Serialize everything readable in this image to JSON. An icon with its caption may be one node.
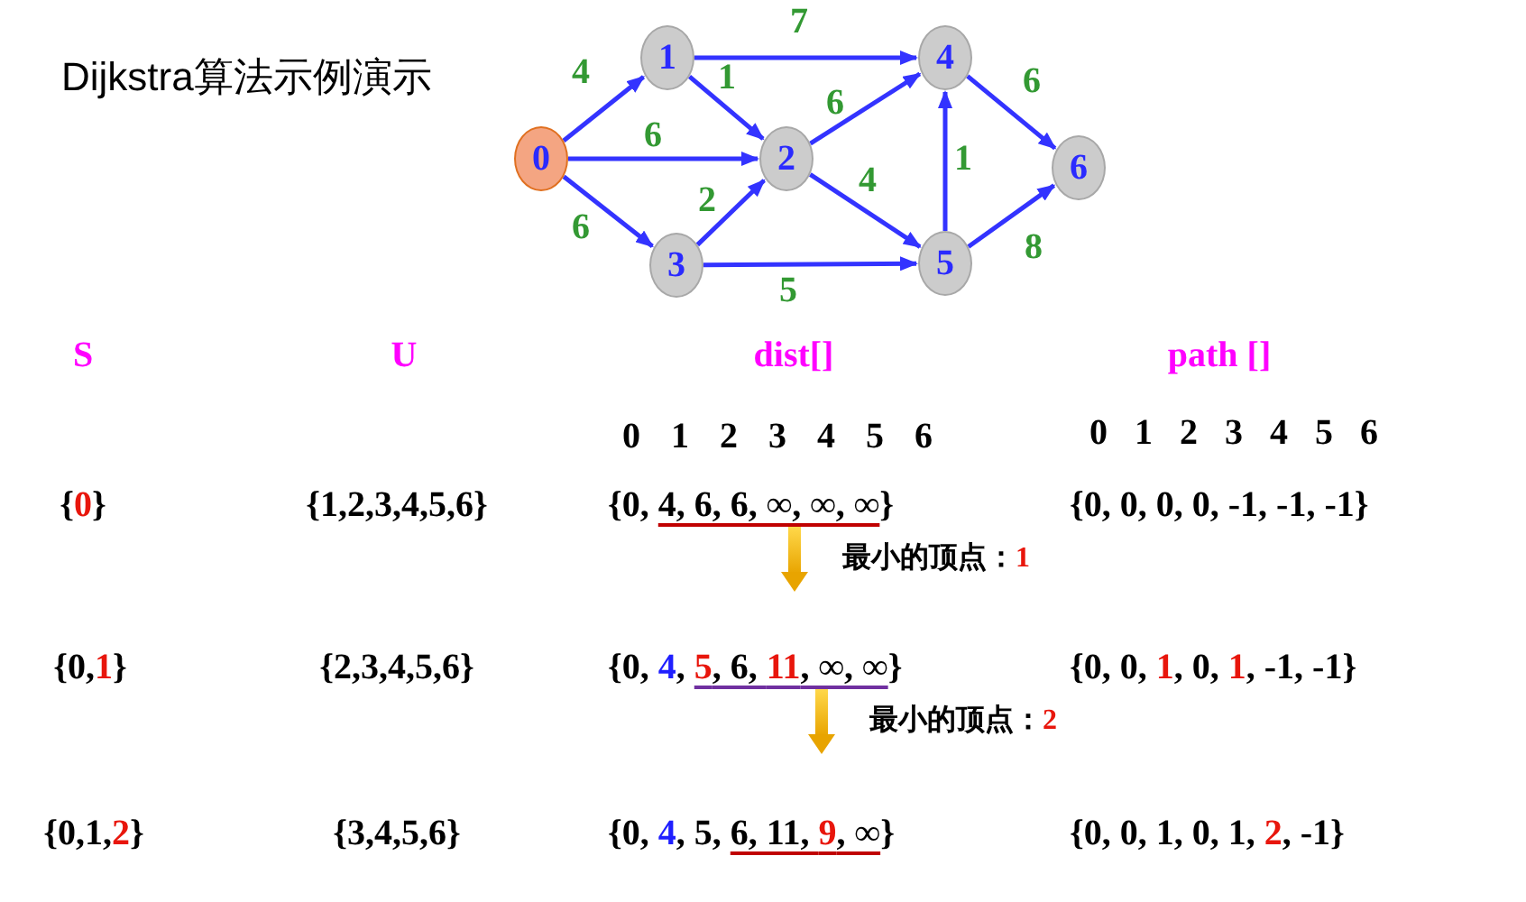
{
  "diagram": {
    "title": "Dijkstra算法示例演示",
    "nodes": [
      {
        "text": [
          "0"
        ]
      },
      {
        "text": [
          "1"
        ]
      },
      {
        "text": [
          "2"
        ]
      },
      {
        "text": [
          "3"
        ]
      },
      {
        "text": [
          "4"
        ]
      },
      {
        "text": [
          "5"
        ]
      },
      {
        "text": [
          "6"
        ]
      }
    ],
    "edges": [
      {
        "from": 0,
        "to": 1,
        "arrow": "to",
        "label": "4"
      },
      {
        "from": 0,
        "to": 2,
        "arrow": "to",
        "label": "6"
      },
      {
        "from": 0,
        "to": 3,
        "arrow": "to",
        "label": "6"
      },
      {
        "from": 1,
        "to": 2,
        "arrow": "to",
        "label": "1"
      },
      {
        "from": 1,
        "to": 4,
        "arrow": "to",
        "label": "7"
      },
      {
        "from": 2,
        "to": 4,
        "arrow": "to",
        "label": "6"
      },
      {
        "from": 2,
        "to": 5,
        "arrow": "to",
        "label": "4"
      },
      {
        "from": 3,
        "to": 2,
        "arrow": "to",
        "label": "2"
      },
      {
        "from": 3,
        "to": 5,
        "arrow": "to",
        "label": "5"
      },
      {
        "from": 5,
        "to": 4,
        "arrow": "to",
        "label": "1"
      },
      {
        "from": 4,
        "to": 6,
        "arrow": "to",
        "label": "6"
      },
      {
        "from": 5,
        "to": 6,
        "arrow": "to",
        "label": "8"
      }
    ],
    "labels": [
      "S",
      "U",
      "dist[]",
      "path []",
      "0 1 2 3 4 5 6",
      "0 1 2 3 4 5 6",
      "{0}",
      "{1,2,3,4,5,6}",
      "{0, 4, 6, 6, ∞, ∞, ∞}",
      "{0, 0, 0, 0, -1, -1, -1}",
      "最小的顶点：1",
      "{0,1}",
      "{2,3,4,5,6}",
      "{0, 4, 5, 6, 11, ∞, ∞}",
      "{0, 0, 1, 0, 1, -1, -1}",
      "最小的顶点：2",
      "{0,1,2}",
      "{3,4,5,6}",
      "{0, 4, 5, 6, 11, 9, ∞}",
      "{0, 0, 1, 0, 1, 2, -1}"
    ]
  }
}
